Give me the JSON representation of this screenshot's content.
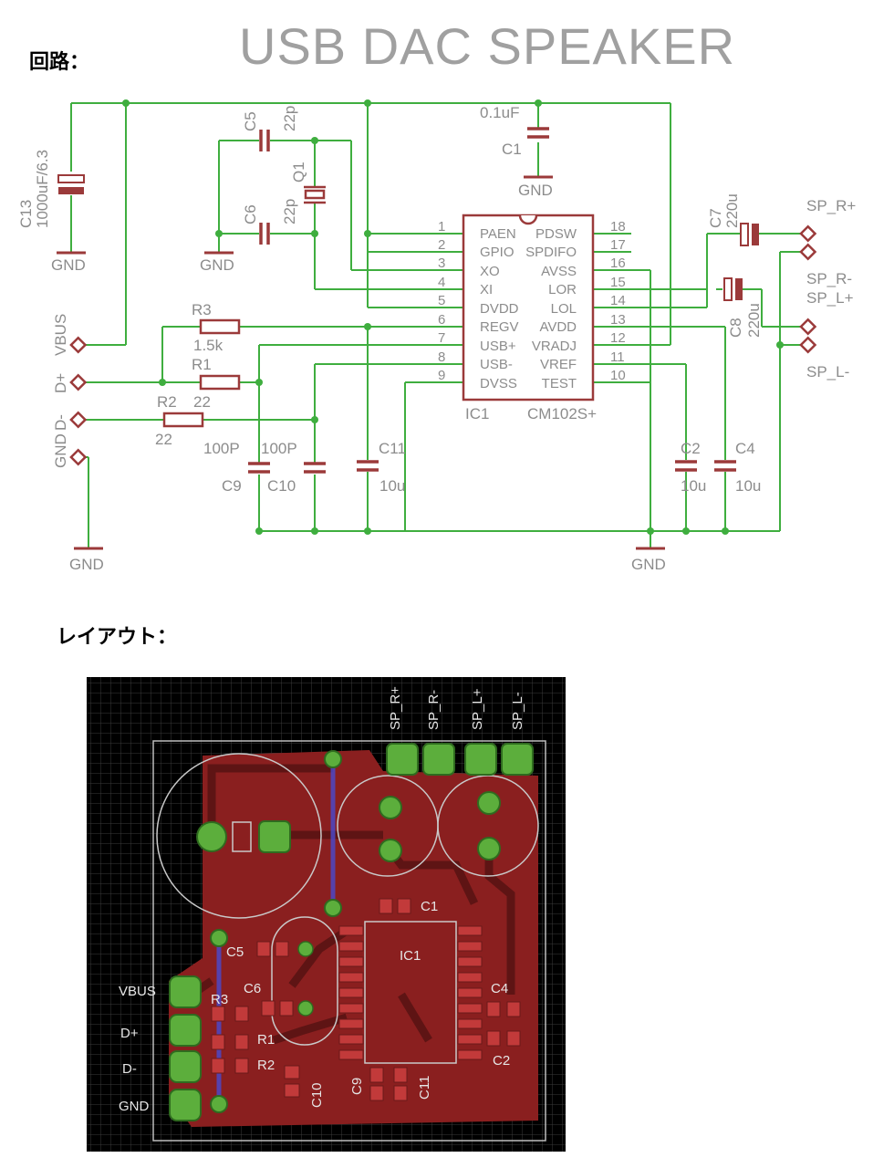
{
  "headings": {
    "schematic": "回路：",
    "layout": "レイアウト："
  },
  "title": "USB DAC SPEAKER",
  "schematic": {
    "ic": {
      "name": "IC1",
      "part": "CM102S+",
      "left_pins": [
        {
          "num": "1",
          "name": "PAEN"
        },
        {
          "num": "2",
          "name": "GPIO"
        },
        {
          "num": "3",
          "name": "XO"
        },
        {
          "num": "4",
          "name": "XI"
        },
        {
          "num": "5",
          "name": "DVDD"
        },
        {
          "num": "6",
          "name": "REGV"
        },
        {
          "num": "7",
          "name": "USB+"
        },
        {
          "num": "8",
          "name": "USB-"
        },
        {
          "num": "9",
          "name": "DVSS"
        }
      ],
      "right_pins": [
        {
          "num": "18",
          "name": "PDSW"
        },
        {
          "num": "17",
          "name": "SPDIFO"
        },
        {
          "num": "16",
          "name": "AVSS"
        },
        {
          "num": "15",
          "name": "LOR"
        },
        {
          "num": "14",
          "name": "LOL"
        },
        {
          "num": "13",
          "name": "AVDD"
        },
        {
          "num": "12",
          "name": "VRADJ"
        },
        {
          "num": "11",
          "name": "VREF"
        },
        {
          "num": "10",
          "name": "TEST"
        }
      ]
    },
    "labels": {
      "c13_name": "C13",
      "c13_value": "1000uF/6.3",
      "c5_name": "C5",
      "c5_value": "22p",
      "c6_name": "C6",
      "c6_value": "22p",
      "q1": "Q1",
      "c1_value": "0.1uF",
      "c1_name": "C1",
      "c7_name": "C7",
      "c7_value": "220u",
      "c8_name": "C8",
      "c8_value": "220u",
      "r3_name": "R3",
      "r3_value": "1.5k",
      "r1_name": "R1",
      "r1_value": "22",
      "r2_name": "R2",
      "r2_value": "22",
      "c9_value": "100P",
      "c9_name": "C9",
      "c10_value": "100P",
      "c10_name": "C10",
      "c11_name": "C11",
      "c11_value": "10u",
      "c2_name": "C2",
      "c2_value": "10u",
      "c4_name": "C4",
      "c4_value": "10u",
      "gnd": "GND"
    },
    "connectors": {
      "vbus": "VBUS",
      "dplus": "D+",
      "dminus": "D-",
      "gnd": "GND",
      "sp_r_plus": "SP_R+",
      "sp_r_minus": "SP_R-",
      "sp_l_plus": "SP_L+",
      "sp_l_minus": "SP_L-"
    }
  },
  "layout": {
    "top_labels": [
      "SP_R+",
      "SP_R-",
      "SP_L+",
      "SP_L-"
    ],
    "left_labels": [
      "VBUS",
      "D+",
      "D-",
      "GND"
    ],
    "parts": {
      "c1": "C1",
      "c5": "C5",
      "c6": "C6",
      "ic1": "IC1",
      "c4": "C4",
      "c2": "C2",
      "r3": "R3",
      "r1": "R1",
      "r2": "R2",
      "c10": "C10",
      "c9": "C9",
      "c11": "C11"
    }
  }
}
